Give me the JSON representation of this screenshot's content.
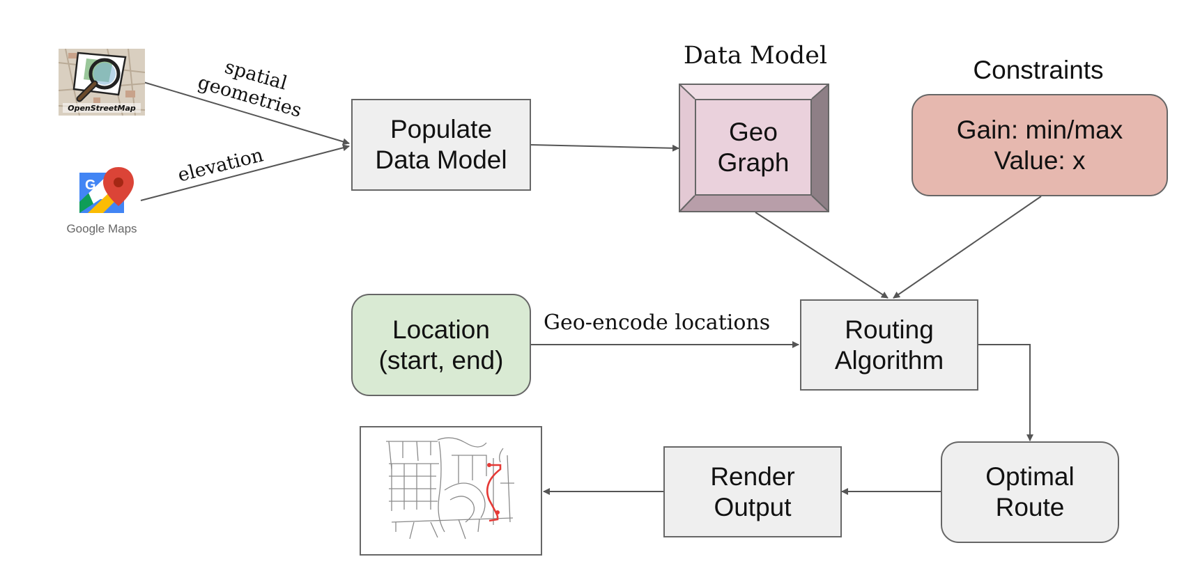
{
  "sources": {
    "osm": {
      "name": "OpenStreetMap",
      "icon": "openstreetmap-logo-icon"
    },
    "gmaps": {
      "name": "Google Maps",
      "icon": "google-maps-logo-icon"
    }
  },
  "edges": {
    "spatial": "spatial\ngeometries",
    "elevation": "elevation",
    "geo_encode": "Geo-encode locations"
  },
  "nodes": {
    "populate": "Populate\nData Model",
    "data_model_title": "Data Model",
    "geo_graph": "Geo\nGraph",
    "constraints_title": "Constraints",
    "constraints": "Gain: min/max\nValue: x",
    "location": "Location\n(start, end)",
    "routing": "Routing\nAlgorithm",
    "optimal_route": "Optimal\nRoute",
    "render_output": "Render\nOutput"
  },
  "output_preview": {
    "icon": "street-network-map-icon",
    "route_color": "#e53935"
  },
  "colors": {
    "box_grey": "#efefef",
    "location_green": "#d9ead3",
    "constraints_salmon": "#e6b8af",
    "geo_graph_pink": "#ead1dc",
    "arrow": "#555555"
  }
}
